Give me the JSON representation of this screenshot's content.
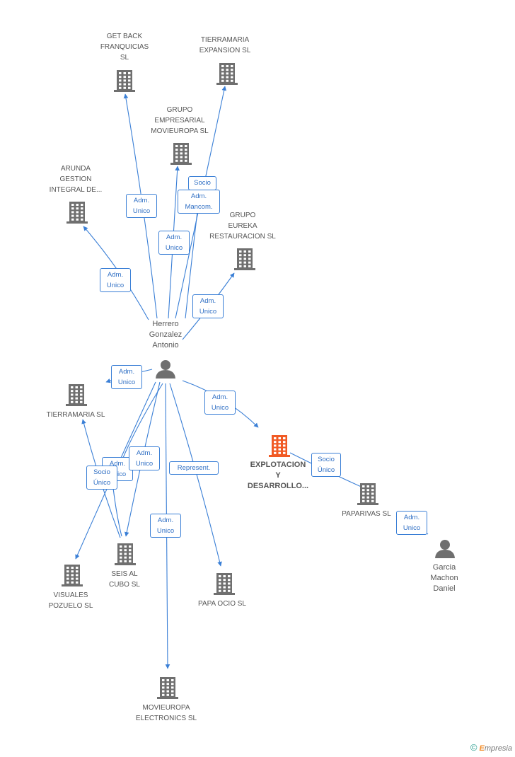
{
  "colors": {
    "edge": "#3a7fd6",
    "building": "#6f6f6f",
    "main_building": "#f15a24",
    "person": "#6f6f6f"
  },
  "nodes": [
    {
      "id": "getback",
      "label": "GET BACK\nFRANQUICIAS\nSL",
      "icon": "building-icon"
    },
    {
      "id": "tierramaria_exp",
      "label": "TIERRAMARIA\nEXPANSION SL",
      "icon": "building-icon"
    },
    {
      "id": "grupo_emp",
      "label": "GRUPO\nEMPRESARIAL\nMOVIEUROPA SL",
      "icon": "building-icon"
    },
    {
      "id": "arunda",
      "label": "ARUNDA\nGESTION\nINTEGRAL DE...",
      "icon": "building-icon"
    },
    {
      "id": "eureka",
      "label": "GRUPO\nEUREKA\nRESTAURACION SL",
      "icon": "building-icon"
    },
    {
      "id": "herrero",
      "label": "Herrero\nGonzalez\nAntonio",
      "icon": "person-icon"
    },
    {
      "id": "tierramaria",
      "label": "TIERRAMARIA SL",
      "icon": "building-icon"
    },
    {
      "id": "explotacion",
      "label": "EXPLOTACION\nY\nDESARROLLO...",
      "icon": "building-icon"
    },
    {
      "id": "paparivas",
      "label": "PAPARIVAS SL",
      "icon": "building-icon"
    },
    {
      "id": "garcia",
      "label": "Garcia\nMachon\nDaniel",
      "icon": "person-icon"
    },
    {
      "id": "visuales",
      "label": "VISUALES\nPOZUELO SL",
      "icon": "building-icon"
    },
    {
      "id": "seisal",
      "label": "SEIS AL\nCUBO SL",
      "icon": "building-icon"
    },
    {
      "id": "papaocio",
      "label": "PAPA OCIO SL",
      "icon": "building-icon"
    },
    {
      "id": "movieuropa_el",
      "label": "MOVIEUROPA\nELECTRONICS SL",
      "icon": "building-icon"
    }
  ],
  "edge_labels": [
    {
      "id": "e_getback",
      "text": "Adm.\nUnico"
    },
    {
      "id": "e_tierramaria_exp",
      "text": "Adm.\nMancom."
    },
    {
      "id": "e_socio_top",
      "text": "Socio"
    },
    {
      "id": "e_grupo_emp",
      "text": "Adm.\nUnico"
    },
    {
      "id": "e_arunda",
      "text": "Adm.\nUnico"
    },
    {
      "id": "e_eureka",
      "text": "Adm.\nUnico"
    },
    {
      "id": "e_tierramaria",
      "text": "Adm.\nUnico"
    },
    {
      "id": "e_explotacion",
      "text": "Adm.\nUnico"
    },
    {
      "id": "e_socio_unico_exp",
      "text": "Socio\nÚnico"
    },
    {
      "id": "e_paparivas",
      "text": "Adm.\nUnico"
    },
    {
      "id": "e_hidden",
      "text": "Adm.\nUnico"
    },
    {
      "id": "e_seisal",
      "text": "Adm.\nUnico"
    },
    {
      "id": "e_socio_unico_vis",
      "text": "Socio\nÚnico"
    },
    {
      "id": "e_papaocio",
      "text": "Represent."
    },
    {
      "id": "e_movieuropa_el",
      "text": "Adm.\nUnico"
    }
  ],
  "footer": {
    "copyright": "©",
    "brand_initial": "E",
    "brand_rest": "mpresia"
  }
}
